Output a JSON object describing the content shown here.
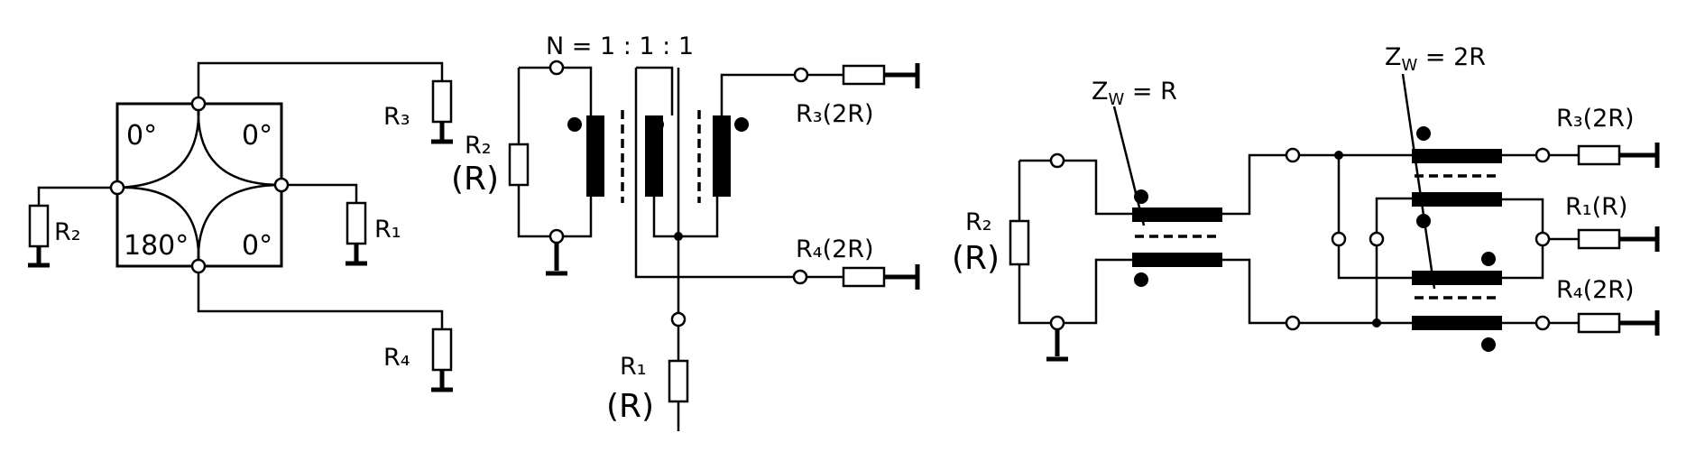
{
  "figure_a": {
    "phase_top_left": "0°",
    "phase_top_right": "0°",
    "phase_bottom_left": "180°",
    "phase_bottom_right": "0°",
    "r1": "R₁",
    "r2": "R₂",
    "r3": "R₃",
    "r4": "R₄"
  },
  "figure_b": {
    "turns_ratio": "N = 1 : 1 : 1",
    "r2": "R₂",
    "r2_value": "(R)",
    "r3": "R₃(2R)",
    "r4": "R₄(2R)",
    "r1": "R₁",
    "r1_value": "(R)"
  },
  "figure_c": {
    "zw1": "Z_W = R",
    "zw1_main": "Z",
    "zw1_sub": "W",
    "zw1_tail": " = R",
    "zw2_main": "Z",
    "zw2_sub": "W",
    "zw2_tail": " = 2R",
    "r2": "R₂",
    "r2_value": "(R)",
    "r3": "R₃(2R)",
    "r1": "R₁(R)",
    "r4": "R₄(2R)"
  }
}
